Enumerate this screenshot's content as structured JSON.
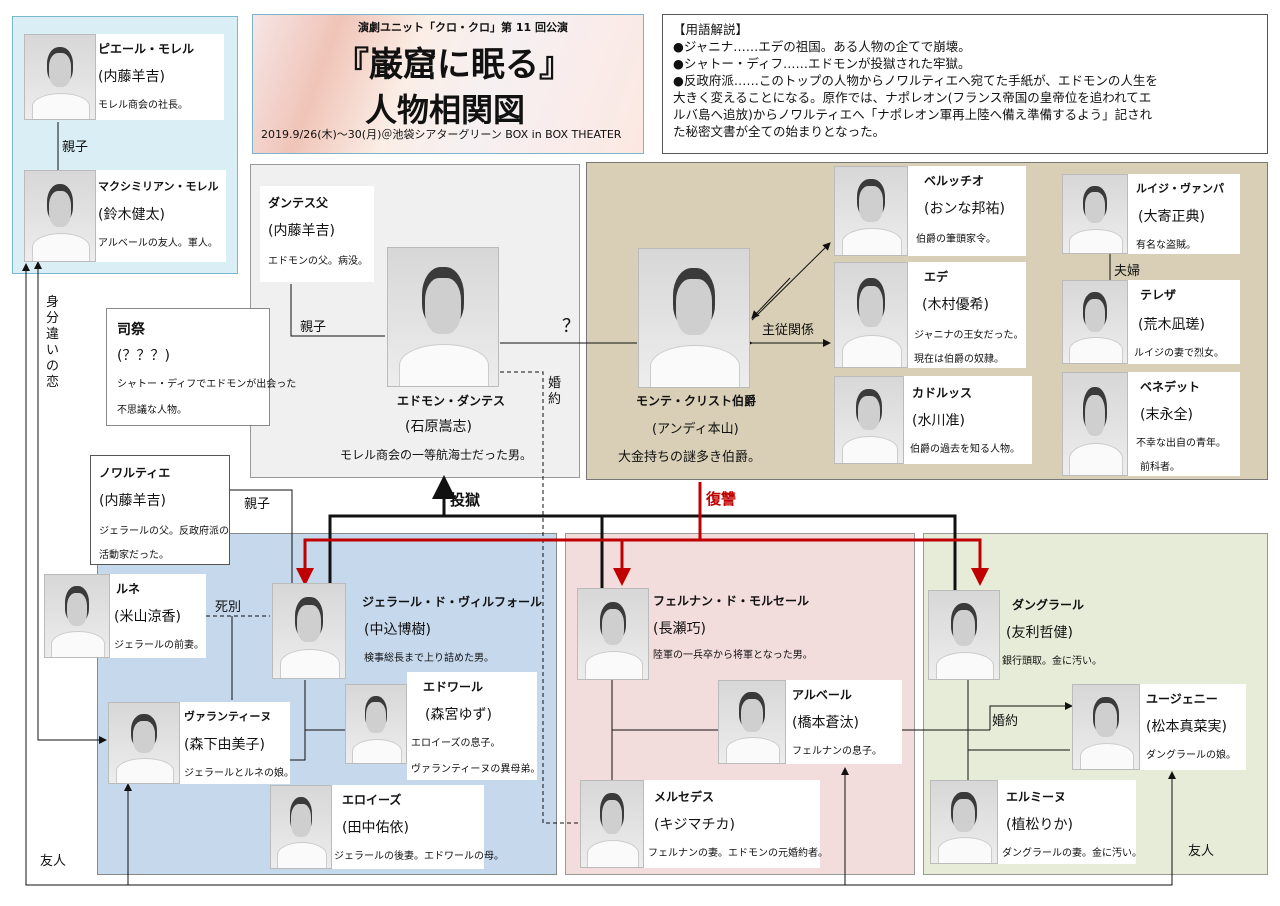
{
  "header": {
    "subtitle": "演劇ユニット「クロ・クロ」第 11 回公演",
    "title1": "『巌窟に眠る』",
    "title2": "人物相関図",
    "date": "2019.9/26(木)〜30(月)＠池袋シアターグリーン BOX in BOX THEATER"
  },
  "glossary": {
    "heading": "【用語解説】",
    "lines": [
      "●ジャニナ……エデの祖国。ある人物の企てで崩壊。",
      "●シャトー・ディフ……エドモンが投獄された牢獄。",
      "●反政府派……このトップの人物からノワルティエへ宛てた手紙が、エドモンの人生を",
      "大きく変えることになる。原作では、ナポレオン(フランス帝国の皇帝位を追われてエ",
      "ルバ島へ追放)からノワルティエへ「ナポレオン軍再上陸へ備え準備するよう」記され",
      "た秘密文書が全ての始まりとなった。"
    ]
  },
  "people": {
    "pierre": {
      "name": "ピエール・モレル",
      "actor": "(内藤羊吉)",
      "desc": "モレル商会の社長。"
    },
    "maximilien": {
      "name": "マクシミリアン・モレル",
      "actor": "(鈴木健太)",
      "desc": "アルベールの友人。軍人。"
    },
    "dantes_father": {
      "name": "ダンテス父",
      "actor": "(内藤羊吉)",
      "desc": "エドモンの父。病没。"
    },
    "priest": {
      "name": "司祭",
      "actor": "(？？？)",
      "desc1": "シャトー・ディフでエドモンが出会った",
      "desc2": "不思議な人物。"
    },
    "edmond": {
      "name": "エドモン・ダンテス",
      "actor": "(石原嵩志)",
      "desc": "モレル商会の一等航海士だった男。"
    },
    "monte": {
      "name": "モンテ・クリスト伯爵",
      "actor": "(アンディ本山)",
      "desc": "大金持ちの謎多き伯爵。"
    },
    "bertuccio": {
      "name": "ベルッチオ",
      "actor": "(おンな邦祐)",
      "desc": "伯爵の筆頭家令。"
    },
    "haydee": {
      "name": "エデ",
      "actor": "(木村優希)",
      "desc1": "ジャニナの王女だった。",
      "desc2": "現在は伯爵の奴隷。"
    },
    "caderousse": {
      "name": "カドルッス",
      "actor": "(水川准)",
      "desc": "伯爵の過去を知る人物。"
    },
    "luigi": {
      "name": "ルイジ・ヴァンパ",
      "actor": "(大寄正典)",
      "desc": "有名な盗賊。"
    },
    "teresa": {
      "name": "テレザ",
      "actor": "(荒木凪瑳)",
      "desc": "ルイジの妻で烈女。"
    },
    "benedetto": {
      "name": "ベネデット",
      "actor": "(末永全)",
      "desc1": "不幸な出自の青年。",
      "desc2": "前科者。"
    },
    "noirtier": {
      "name": "ノワルティエ",
      "actor": "(内藤羊吉)",
      "desc1": "ジェラールの父。反政府派の",
      "desc2": "活動家だった。"
    },
    "renee": {
      "name": "ルネ",
      "actor": "(米山涼香)",
      "desc": "ジェラールの前妻。"
    },
    "gerard": {
      "name": "ジェラール・ド・ヴィルフォール",
      "actor": "(中込博樹)",
      "desc": "検事総長まで上り詰めた男。"
    },
    "valentine": {
      "name": "ヴァランティーヌ",
      "actor": "(森下由美子)",
      "desc": "ジェラールとルネの娘。"
    },
    "edouard": {
      "name": "エドワール",
      "actor": "(森宮ゆず)",
      "desc1": "エロイーズの息子。",
      "desc2": "ヴァランティーヌの異母弟。"
    },
    "heloise": {
      "name": "エロイーズ",
      "actor": "(田中佑依)",
      "desc": "ジェラールの後妻。エドワールの母。"
    },
    "fernand": {
      "name": "フェルナン・ド・モルセール",
      "actor": "(長瀬巧)",
      "desc": "陸軍の一兵卒から将軍となった男。"
    },
    "albert": {
      "name": "アルベール",
      "actor": "(橋本蒼汰)",
      "desc": "フェルナンの息子。"
    },
    "mercedes": {
      "name": "メルセデス",
      "actor": "(キジマチカ)",
      "desc": "フェルナンの妻。エドモンの元婚約者。"
    },
    "danglars": {
      "name": "ダングラール",
      "actor": "(友利哲健)",
      "desc": "銀行頭取。金に汚い。"
    },
    "eugenie": {
      "name": "ユージェニー",
      "actor": "(松本真菜実)",
      "desc": "ダングラールの娘。"
    },
    "hermine": {
      "name": "エルミーヌ",
      "actor": "(植松りか)",
      "desc": "ダングラールの妻。金に汚い。"
    }
  },
  "relations": {
    "oyako1": "親子",
    "oyako2": "親子",
    "oyako3": "親子",
    "mibun": "身分違いの恋",
    "question": "？",
    "konyaku1": "婚約",
    "konyaku2": "婚約",
    "shujuu": "主従関係",
    "fuufu": "夫婦",
    "tougoku": "投獄",
    "fukushuu": "復讐",
    "shibetsu": "死別",
    "yuujin1": "友人",
    "yuujin2": "友人"
  },
  "colors": {
    "gray": "#f0f0f0",
    "tan": "#d8cfb6",
    "blue": "#c5d8ec",
    "pink": "#f2dcdc",
    "green": "#e6ecd8",
    "lightblue": "#d9eef5",
    "red": "#c00000"
  }
}
